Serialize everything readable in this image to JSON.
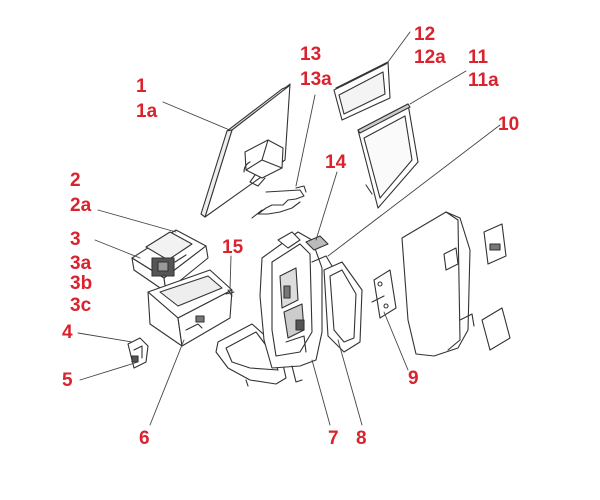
{
  "colors": {
    "label": "#d9232e",
    "line": "#333333"
  },
  "labels": {
    "l1": "1",
    "l1a": "1a",
    "l2": "2",
    "l2a": "2a",
    "l3": "3",
    "l3a": "3a",
    "l3b": "3b",
    "l3c": "3c",
    "l4": "4",
    "l5": "5",
    "l6": "6",
    "l7": "7",
    "l8": "8",
    "l9": "9",
    "l10": "10",
    "l11": "11",
    "l11a": "11a",
    "l12": "12",
    "l12a": "12a",
    "l13": "13",
    "l13a": "13a",
    "l14": "14",
    "l15": "15"
  }
}
